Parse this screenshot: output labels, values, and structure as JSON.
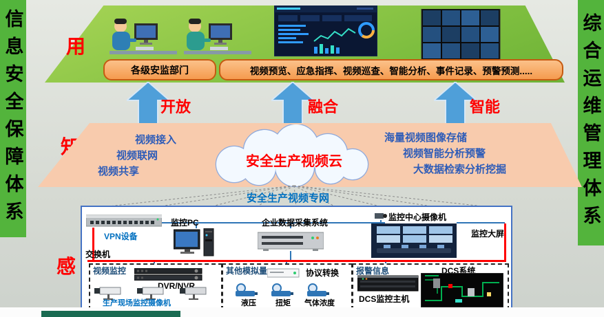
{
  "banners": {
    "left": "信息安全保障体系",
    "right": "综合运维管理体系"
  },
  "layer_labels": {
    "use": "用",
    "know": "知",
    "sense": "感"
  },
  "top": {
    "dept_box": "各级安监部门",
    "features_box": "视频预览、应急指挥、视频巡查、智能分析、事件记录、预警预测....."
  },
  "arrows": {
    "open": "开放",
    "fusion": "融合",
    "intelligent": "智能"
  },
  "cloud": {
    "title": "安全生产视频云",
    "left_items": [
      "视频接入",
      "视频联网",
      "视频共享"
    ],
    "right_items": [
      "海量视频图像存储",
      "视频智能分析预警",
      "大数据检索分析挖掘"
    ]
  },
  "network": {
    "label": "安全生产视频专网"
  },
  "perception": {
    "vpn_label": "VPN设备",
    "switch_label": "交换机",
    "pc_label": "监控PC",
    "collector_label": "企业数据采集系统",
    "center_camera_label": "监控中心摄像机",
    "big_screen_label": "监控大屏",
    "video_box": {
      "title": "视频监控",
      "dvr_label": "DVR/NVR",
      "cameras_label": "生产现场监控摄像机"
    },
    "analog_box": {
      "title": "其他模拟量",
      "protocol_label": "协议转换",
      "sensors": [
        "液压",
        "扭矩",
        "气体浓度"
      ]
    },
    "alarm_box": {
      "title": "报警信息",
      "dcs_system_label": "DCS系统",
      "dcs_host_label": "DCS监控主机"
    }
  },
  "colors": {
    "side_green": "#53b43c",
    "platform_green": "#7cbd3e",
    "band_peach": "#f8cbad",
    "orange_box": "#f59b4e",
    "arrow_blue": "#4f9fd9",
    "accent_red": "#ff0000",
    "text_blue": "#0070c0",
    "box_border_blue": "#4472c4"
  }
}
